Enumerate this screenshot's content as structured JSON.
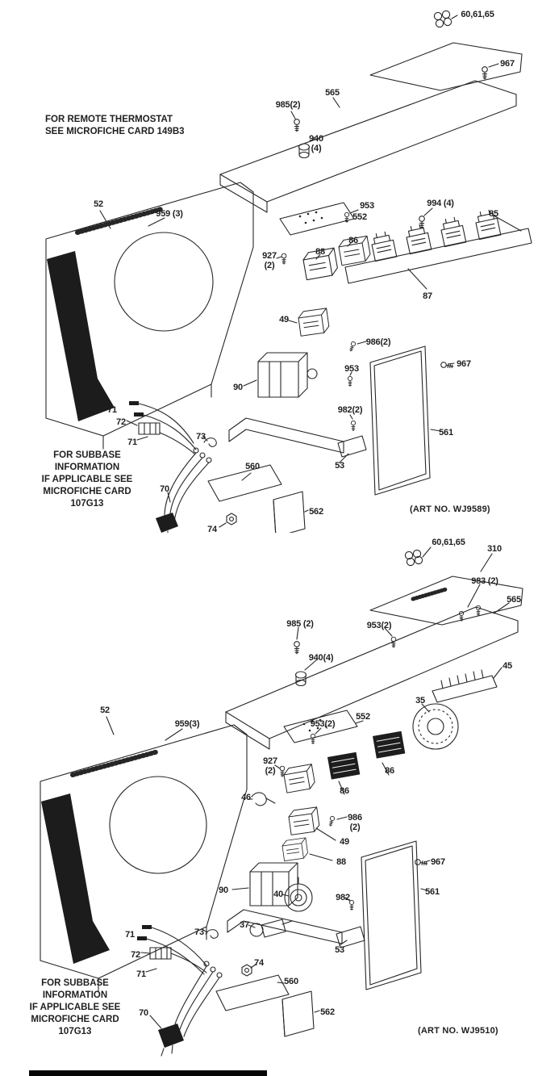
{
  "page": {
    "bg": "#ffffff",
    "ink": "#262626"
  },
  "diagrams": [
    {
      "name": "upper-exploded-view",
      "art_no": "(ART NO. WJ9589)",
      "notes": {
        "remote": "FOR REMOTE THERMOSTAT\nSEE MICROFICHE CARD 149B3",
        "subbase": "FOR SUBBASE INFORMATION\nIF APPLICABLE SEE\nMICROFICHE CARD\n107G13"
      },
      "callouts": [
        "60,61,65",
        "967",
        "565",
        "985(2)",
        "940\n(4)",
        "953",
        "994 (4)",
        "85",
        "552",
        "52",
        "959 (3)",
        "86",
        "88",
        "927\n(2)",
        "87",
        "49",
        "986(2)",
        "967",
        "953",
        "90",
        "982(2)",
        "561",
        "71",
        "72",
        "71",
        "73",
        "560",
        "53",
        "70",
        "74",
        "562"
      ]
    },
    {
      "name": "lower-exploded-view",
      "art_no": "(ART NO. WJ9510)",
      "notes": {
        "subbase": "FOR SUBBASE INFORMATION\nIF APPLICABLE SEE\nMICROFICHE CARD\n107G13"
      },
      "callouts": [
        "60,61,65",
        "310",
        "983 (2)",
        "565",
        "985 (2)",
        "953(2)",
        "940(4)",
        "45",
        "35",
        "552",
        "953(2)",
        "52",
        "959(3)",
        "927\n(2)",
        "86",
        "86",
        "46",
        "986\n(2)",
        "49",
        "88",
        "967",
        "90",
        "40",
        "982",
        "561",
        "37",
        "73",
        "71",
        "72",
        "71",
        "53",
        "74",
        "560",
        "70",
        "562"
      ]
    }
  ]
}
